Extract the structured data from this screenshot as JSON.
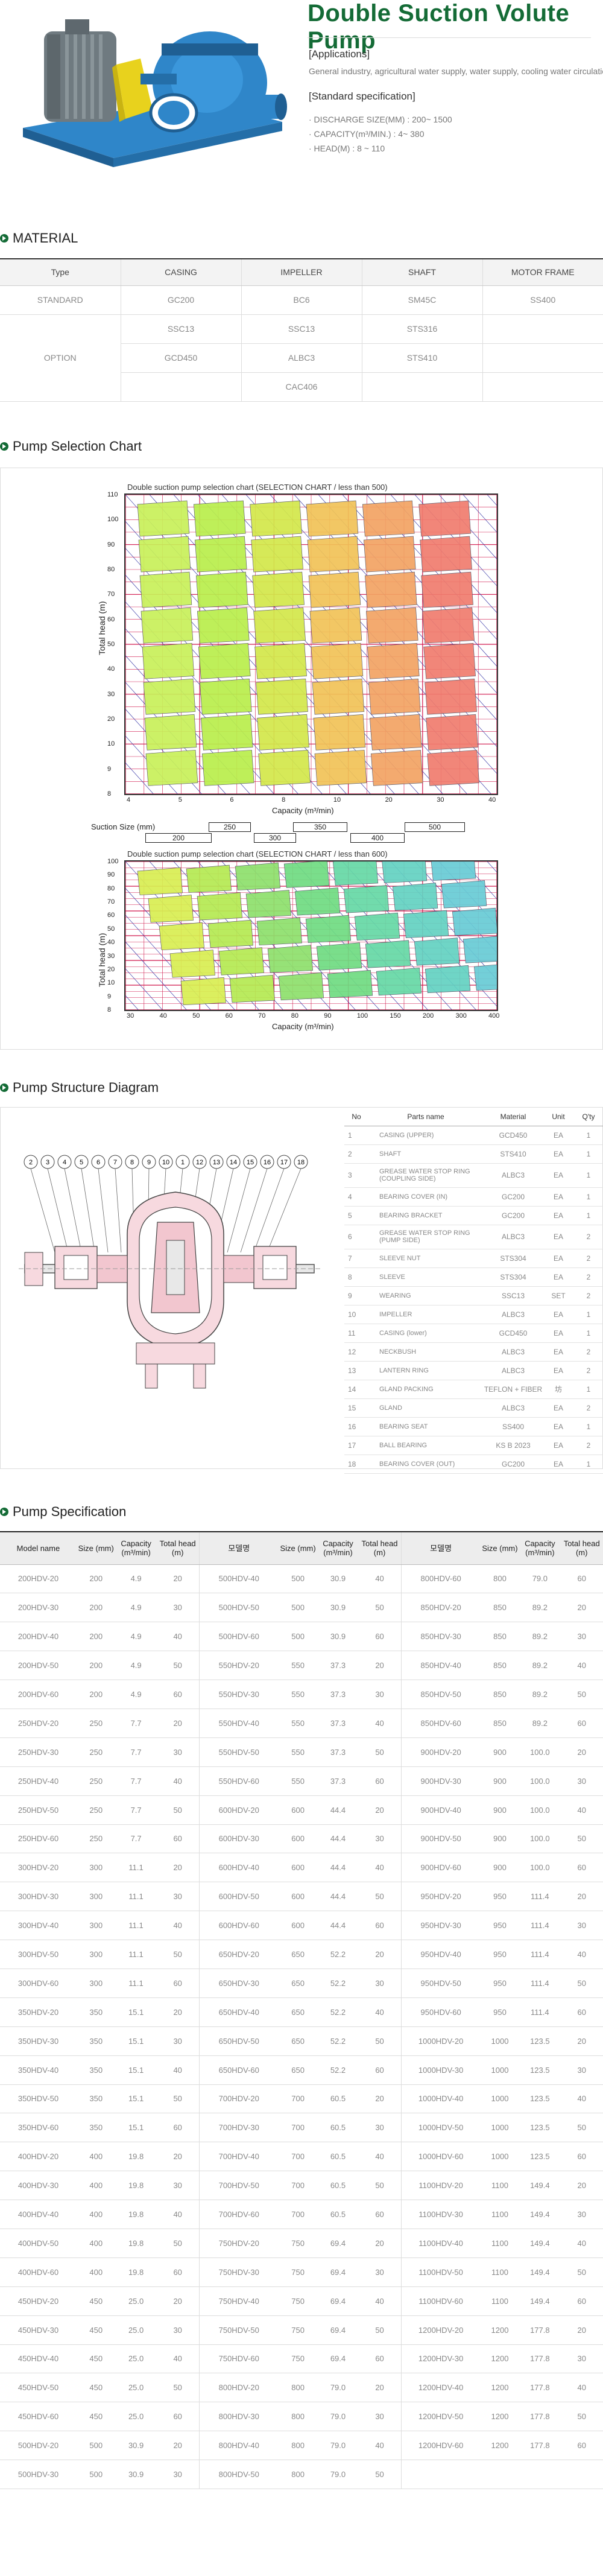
{
  "header": {
    "title": "Double Suction Volute Pump",
    "applications_heading": "[Applications]",
    "applications_text": "General industry, agricultural water supply, water supply, cooling water circulation",
    "spec_heading": "[Standard specification]",
    "spec_items": [
      "· DISCHARGE SIZE(MM) : 200~ 1500",
      "· CAPACITY(m³/MIN.) : 4~ 380",
      "· HEAD(M) : 8 ~ 110"
    ]
  },
  "sections": {
    "material": "MATERIAL",
    "chart": "Pump Selection Chart",
    "structure": "Pump Structure Diagram",
    "spec": "Pump Specification"
  },
  "material": {
    "headers": [
      "Type",
      "CASING",
      "IMPELLER",
      "SHAFT",
      "MOTOR FRAME"
    ],
    "standard": {
      "type": "STANDARD",
      "casing": "GC200",
      "impeller": "BC6",
      "shaft": "SM45C",
      "motor": "SS400"
    },
    "option_type": "OPTION",
    "option_rows": [
      {
        "casing": "SSC13",
        "impeller": "SSC13",
        "shaft": "STS316",
        "motor": ""
      },
      {
        "casing": "GCD450",
        "impeller": "ALBC3",
        "shaft": "STS410",
        "motor": ""
      },
      {
        "casing": "",
        "impeller": "CAC406",
        "shaft": "",
        "motor": ""
      }
    ]
  },
  "chart_data": [
    {
      "type": "other",
      "title": "Double suction pump selection chart (SELECTION CHART / less than 500)",
      "xlabel": "Capacity (m³/min)",
      "ylabel": "Total head (m)",
      "x_ticks": [
        "4",
        "5",
        "6",
        "8",
        "10",
        "20",
        "30",
        "40"
      ],
      "y_ticks": [
        "110",
        "100",
        "90",
        "80",
        "70",
        "60",
        "50",
        "40",
        "30",
        "20",
        "10",
        "9",
        "8"
      ],
      "suction_label": "Suction Size (mm)",
      "suction_sizes_top": [
        "250",
        "350",
        "500"
      ],
      "suction_sizes_bottom": [
        "200",
        "300",
        "400"
      ]
    },
    {
      "type": "other",
      "title": "Double suction pump selection chart (SELECTION CHART / less than 600)",
      "xlabel": "Capacity (m³/min)",
      "ylabel": "Total head (m)",
      "x_ticks": [
        "30",
        "40",
        "50",
        "60",
        "70",
        "80",
        "90",
        "100",
        "150",
        "200",
        "300",
        "400"
      ],
      "y_ticks": [
        "100",
        "90",
        "80",
        "70",
        "60",
        "50",
        "40",
        "30",
        "20",
        "10",
        "9",
        "8"
      ]
    }
  ],
  "structure": {
    "balloons": [
      "2",
      "3",
      "4",
      "5",
      "6",
      "7",
      "8",
      "9",
      "10",
      "1",
      "12",
      "13",
      "14",
      "15",
      "16",
      "17",
      "18"
    ],
    "headers": [
      "No",
      "Parts name",
      "Material",
      "Unit",
      "Q'ty"
    ],
    "rows": [
      [
        "1",
        "CASING (UPPER)",
        "GCD450",
        "EA",
        "1"
      ],
      [
        "2",
        "SHAFT",
        "STS410",
        "EA",
        "1"
      ],
      [
        "3",
        "GREASE WATER STOP RING (COUPLING SIDE)",
        "ALBC3",
        "EA",
        "1"
      ],
      [
        "4",
        "BEARING COVER (IN)",
        "GC200",
        "EA",
        "1"
      ],
      [
        "5",
        "BEARING BRACKET",
        "GC200",
        "EA",
        "1"
      ],
      [
        "6",
        "GREASE WATER STOP RING (PUMP SIDE)",
        "ALBC3",
        "EA",
        "2"
      ],
      [
        "7",
        "SLEEVE NUT",
        "STS304",
        "EA",
        "2"
      ],
      [
        "8",
        "SLEEVE",
        "STS304",
        "EA",
        "2"
      ],
      [
        "9",
        "WEARING",
        "SSC13",
        "SET",
        "2"
      ],
      [
        "10",
        "IMPELLER",
        "ALBC3",
        "EA",
        "1"
      ],
      [
        "11",
        "CASING (lower)",
        "GCD450",
        "EA",
        "1"
      ],
      [
        "12",
        "NECKBUSH",
        "ALBC3",
        "EA",
        "2"
      ],
      [
        "13",
        "LANTERN RING",
        "ALBC3",
        "EA",
        "2"
      ],
      [
        "14",
        "GLAND PACKING",
        "TEFLON + FIBER",
        "坊",
        "1"
      ],
      [
        "15",
        "GLAND",
        "ALBC3",
        "EA",
        "2"
      ],
      [
        "16",
        "BEARING SEAT",
        "SS400",
        "EA",
        "1"
      ],
      [
        "17",
        "BALL BEARING",
        "KS B 2023",
        "EA",
        "2"
      ],
      [
        "18",
        "BEARING COVER (OUT)",
        "GC200",
        "EA",
        "1"
      ]
    ]
  },
  "spec": {
    "headers": [
      "Model name",
      "Size (mm)",
      "Capacity (m³/min)",
      "Total head (m)",
      "모델명",
      "Size (mm)",
      "Capacity (m³/min)",
      "Total head (m)",
      "모델명",
      "Size (mm)",
      "Capacity (m³/min)",
      "Total head (m)"
    ],
    "rows": [
      [
        "200HDV-20",
        "200",
        "4.9",
        "20",
        "500HDV-40",
        "500",
        "30.9",
        "40",
        "800HDV-60",
        "800",
        "79.0",
        "60"
      ],
      [
        "200HDV-30",
        "200",
        "4.9",
        "30",
        "500HDV-50",
        "500",
        "30.9",
        "50",
        "850HDV-20",
        "850",
        "89.2",
        "20"
      ],
      [
        "200HDV-40",
        "200",
        "4.9",
        "40",
        "500HDV-60",
        "500",
        "30.9",
        "60",
        "850HDV-30",
        "850",
        "89.2",
        "30"
      ],
      [
        "200HDV-50",
        "200",
        "4.9",
        "50",
        "550HDV-20",
        "550",
        "37.3",
        "20",
        "850HDV-40",
        "850",
        "89.2",
        "40"
      ],
      [
        "200HDV-60",
        "200",
        "4.9",
        "60",
        "550HDV-30",
        "550",
        "37.3",
        "30",
        "850HDV-50",
        "850",
        "89.2",
        "50"
      ],
      [
        "250HDV-20",
        "250",
        "7.7",
        "20",
        "550HDV-40",
        "550",
        "37.3",
        "40",
        "850HDV-60",
        "850",
        "89.2",
        "60"
      ],
      [
        "250HDV-30",
        "250",
        "7.7",
        "30",
        "550HDV-50",
        "550",
        "37.3",
        "50",
        "900HDV-20",
        "900",
        "100.0",
        "20"
      ],
      [
        "250HDV-40",
        "250",
        "7.7",
        "40",
        "550HDV-60",
        "550",
        "37.3",
        "60",
        "900HDV-30",
        "900",
        "100.0",
        "30"
      ],
      [
        "250HDV-50",
        "250",
        "7.7",
        "50",
        "600HDV-20",
        "600",
        "44.4",
        "20",
        "900HDV-40",
        "900",
        "100.0",
        "40"
      ],
      [
        "250HDV-60",
        "250",
        "7.7",
        "60",
        "600HDV-30",
        "600",
        "44.4",
        "30",
        "900HDV-50",
        "900",
        "100.0",
        "50"
      ],
      [
        "300HDV-20",
        "300",
        "11.1",
        "20",
        "600HDV-40",
        "600",
        "44.4",
        "40",
        "900HDV-60",
        "900",
        "100.0",
        "60"
      ],
      [
        "300HDV-30",
        "300",
        "11.1",
        "30",
        "600HDV-50",
        "600",
        "44.4",
        "50",
        "950HDV-20",
        "950",
        "111.4",
        "20"
      ],
      [
        "300HDV-40",
        "300",
        "11.1",
        "40",
        "600HDV-60",
        "600",
        "44.4",
        "60",
        "950HDV-30",
        "950",
        "111.4",
        "30"
      ],
      [
        "300HDV-50",
        "300",
        "11.1",
        "50",
        "650HDV-20",
        "650",
        "52.2",
        "20",
        "950HDV-40",
        "950",
        "111.4",
        "40"
      ],
      [
        "300HDV-60",
        "300",
        "11.1",
        "60",
        "650HDV-30",
        "650",
        "52.2",
        "30",
        "950HDV-50",
        "950",
        "111.4",
        "50"
      ],
      [
        "350HDV-20",
        "350",
        "15.1",
        "20",
        "650HDV-40",
        "650",
        "52.2",
        "40",
        "950HDV-60",
        "950",
        "111.4",
        "60"
      ],
      [
        "350HDV-30",
        "350",
        "15.1",
        "30",
        "650HDV-50",
        "650",
        "52.2",
        "50",
        "1000HDV-20",
        "1000",
        "123.5",
        "20"
      ],
      [
        "350HDV-40",
        "350",
        "15.1",
        "40",
        "650HDV-60",
        "650",
        "52.2",
        "60",
        "1000HDV-30",
        "1000",
        "123.5",
        "30"
      ],
      [
        "350HDV-50",
        "350",
        "15.1",
        "50",
        "700HDV-20",
        "700",
        "60.5",
        "20",
        "1000HDV-40",
        "1000",
        "123.5",
        "40"
      ],
      [
        "350HDV-60",
        "350",
        "15.1",
        "60",
        "700HDV-30",
        "700",
        "60.5",
        "30",
        "1000HDV-50",
        "1000",
        "123.5",
        "50"
      ],
      [
        "400HDV-20",
        "400",
        "19.8",
        "20",
        "700HDV-40",
        "700",
        "60.5",
        "40",
        "1000HDV-60",
        "1000",
        "123.5",
        "60"
      ],
      [
        "400HDV-30",
        "400",
        "19.8",
        "30",
        "700HDV-50",
        "700",
        "60.5",
        "50",
        "1100HDV-20",
        "1100",
        "149.4",
        "20"
      ],
      [
        "400HDV-40",
        "400",
        "19.8",
        "40",
        "700HDV-60",
        "700",
        "60.5",
        "60",
        "1100HDV-30",
        "1100",
        "149.4",
        "30"
      ],
      [
        "400HDV-50",
        "400",
        "19.8",
        "50",
        "750HDV-20",
        "750",
        "69.4",
        "20",
        "1100HDV-40",
        "1100",
        "149.4",
        "40"
      ],
      [
        "400HDV-60",
        "400",
        "19.8",
        "60",
        "750HDV-30",
        "750",
        "69.4",
        "30",
        "1100HDV-50",
        "1100",
        "149.4",
        "50"
      ],
      [
        "450HDV-20",
        "450",
        "25.0",
        "20",
        "750HDV-40",
        "750",
        "69.4",
        "40",
        "1100HDV-60",
        "1100",
        "149.4",
        "60"
      ],
      [
        "450HDV-30",
        "450",
        "25.0",
        "30",
        "750HDV-50",
        "750",
        "69.4",
        "50",
        "1200HDV-20",
        "1200",
        "177.8",
        "20"
      ],
      [
        "450HDV-40",
        "450",
        "25.0",
        "40",
        "750HDV-60",
        "750",
        "69.4",
        "60",
        "1200HDV-30",
        "1200",
        "177.8",
        "30"
      ],
      [
        "450HDV-50",
        "450",
        "25.0",
        "50",
        "800HDV-20",
        "800",
        "79.0",
        "20",
        "1200HDV-40",
        "1200",
        "177.8",
        "40"
      ],
      [
        "450HDV-60",
        "450",
        "25.0",
        "60",
        "800HDV-30",
        "800",
        "79.0",
        "30",
        "1200HDV-50",
        "1200",
        "177.8",
        "50"
      ],
      [
        "500HDV-20",
        "500",
        "30.9",
        "20",
        "800HDV-40",
        "800",
        "79.0",
        "40",
        "1200HDV-60",
        "1200",
        "177.8",
        "60"
      ],
      [
        "500HDV-30",
        "500",
        "30.9",
        "30",
        "800HDV-50",
        "800",
        "79.0",
        "50",
        "",
        "",
        "",
        ""
      ]
    ]
  },
  "colors": {
    "brand": "#146b36",
    "pump_blue": "#2f86c9",
    "coupling_yellow": "#e8d21d",
    "motor_gray": "#6f7a80"
  }
}
